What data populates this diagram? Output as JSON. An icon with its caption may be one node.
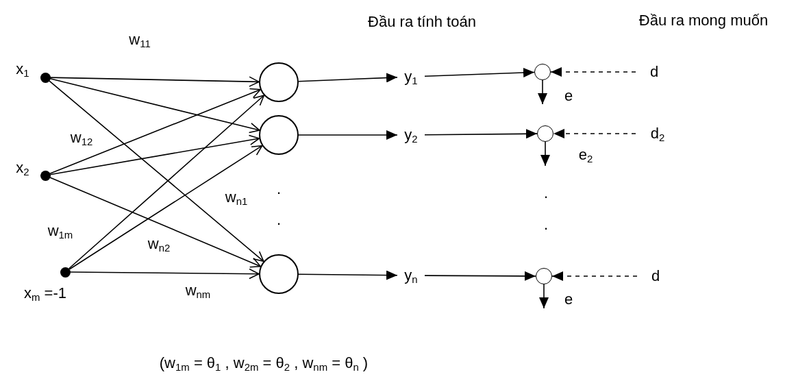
{
  "diagram": {
    "caption": "(w$_{1m}$ = θ$_{1}$ , w$_{2m}$ = θ$_{2}$ , w$_{nm}$ = θ$_{n}$ )",
    "nodes": [
      {
        "text": [],
        "shape": "circle",
        "beside": [
          "x$_{1}$"
        ]
      },
      {
        "text": [],
        "shape": "circle",
        "beside": [
          "x$_{2}$"
        ]
      },
      {
        "text": [],
        "shape": "circle",
        "beside": [
          "x$_{m}$ =-1"
        ]
      },
      {
        "text": [],
        "shape": "circle"
      },
      {
        "text": [],
        "shape": "circle"
      },
      {
        "text": [],
        "shape": "circle"
      },
      {
        "text": [
          "y$_{1}$"
        ]
      },
      {
        "text": [
          "y$_{2}$"
        ]
      },
      {
        "text": [
          "y$_{n}$"
        ]
      },
      {
        "text": [],
        "shape": "circle",
        "beside": [
          "e"
        ]
      },
      {
        "text": [],
        "shape": "circle",
        "beside": [
          "e$_{2}$"
        ]
      },
      {
        "text": [],
        "shape": "circle",
        "beside": [
          "e"
        ]
      },
      {
        "text": [
          "d"
        ]
      },
      {
        "text": [
          "d$_{2}$"
        ]
      },
      {
        "text": [
          "d"
        ]
      }
    ],
    "edges": [
      {
        "from": 0,
        "to": 3,
        "arrow": "to"
      },
      {
        "from": 0,
        "to": 4,
        "arrow": "to"
      },
      {
        "from": 0,
        "to": 5,
        "arrow": "to"
      },
      {
        "from": 1,
        "to": 3,
        "arrow": "to"
      },
      {
        "from": 1,
        "to": 4,
        "arrow": "to"
      },
      {
        "from": 1,
        "to": 5,
        "arrow": "to"
      },
      {
        "from": 2,
        "to": 3,
        "arrow": "to"
      },
      {
        "from": 2,
        "to": 4,
        "arrow": "to"
      },
      {
        "from": 2,
        "to": 5,
        "arrow": "to"
      },
      {
        "from": 3,
        "to": 6,
        "arrow": "to"
      },
      {
        "from": 4,
        "to": 7,
        "arrow": "to"
      },
      {
        "from": 5,
        "to": 8,
        "arrow": "to"
      },
      {
        "from": 6,
        "to": 9,
        "arrow": "to"
      },
      {
        "from": 7,
        "to": 10,
        "arrow": "to"
      },
      {
        "from": 8,
        "to": 11,
        "arrow": "to"
      },
      {
        "from": 12,
        "to": 9,
        "arrow": "to",
        "style": "dashed"
      },
      {
        "from": 13,
        "to": 10,
        "arrow": "to",
        "style": "dashed"
      },
      {
        "from": 14,
        "to": 11,
        "arrow": "to",
        "style": "dashed"
      },
      {
        "from": 9,
        "to": null,
        "arrow": "to"
      },
      {
        "from": 10,
        "to": null,
        "arrow": "to"
      },
      {
        "from": 11,
        "to": null,
        "arrow": "to"
      }
    ],
    "labels": [
      "Đầu ra tính toán",
      "Đầu ra mong muốn",
      "w$_{11}$",
      "w$_{12}$",
      ".",
      ".",
      "w$_{n1}$",
      ".",
      ".",
      "w$_{1m}$",
      "w$_{n2}$",
      "w$_{nm}$"
    ]
  }
}
